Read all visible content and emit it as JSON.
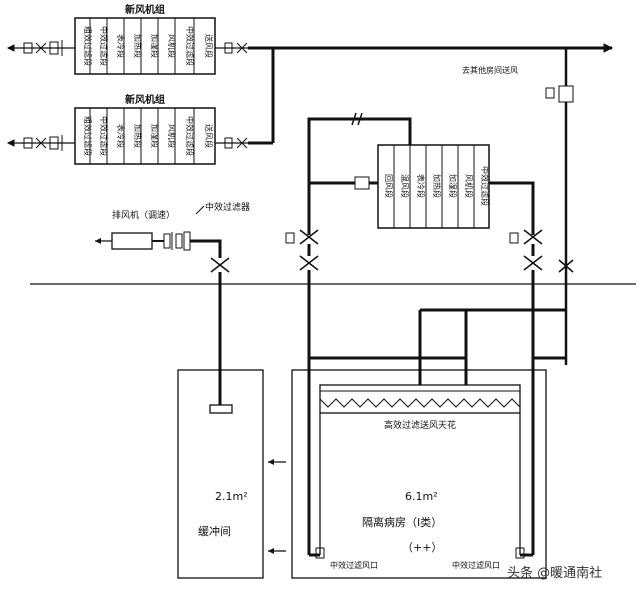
{
  "ahu1": {
    "title": "新风机组",
    "sections": [
      "粗效过滤段",
      "中效过滤段",
      "表冷段",
      "加热段",
      "加湿段",
      "风机段",
      "中效过滤段",
      "送风段"
    ]
  },
  "ahu2": {
    "title": "新风机组",
    "sections": [
      "粗效过滤段",
      "中效过滤段",
      "表冷段",
      "加热段",
      "加湿段",
      "风机段",
      "中效过滤段",
      "送风段"
    ]
  },
  "ahu3": {
    "sections": [
      "回风段",
      "混风段",
      "表冷段",
      "加热段",
      "加湿段",
      "风机段",
      "中效过滤段"
    ]
  },
  "exhaust_fan": {
    "label": "排风机（调速）",
    "filter_label": "中效过滤器"
  },
  "branch_label": "去其他房间送风",
  "hepa_label": "高效过滤送风天花",
  "room_left": {
    "area": "2.1m²",
    "name": "缓冲间"
  },
  "room_right": {
    "area": "6.1m²",
    "name": "隔离病房（I类）",
    "pressure": "（++）",
    "outlet_left": "中效过滤风口",
    "outlet_right": "中效过滤风口"
  },
  "watermark": "头条 @暖通南社"
}
